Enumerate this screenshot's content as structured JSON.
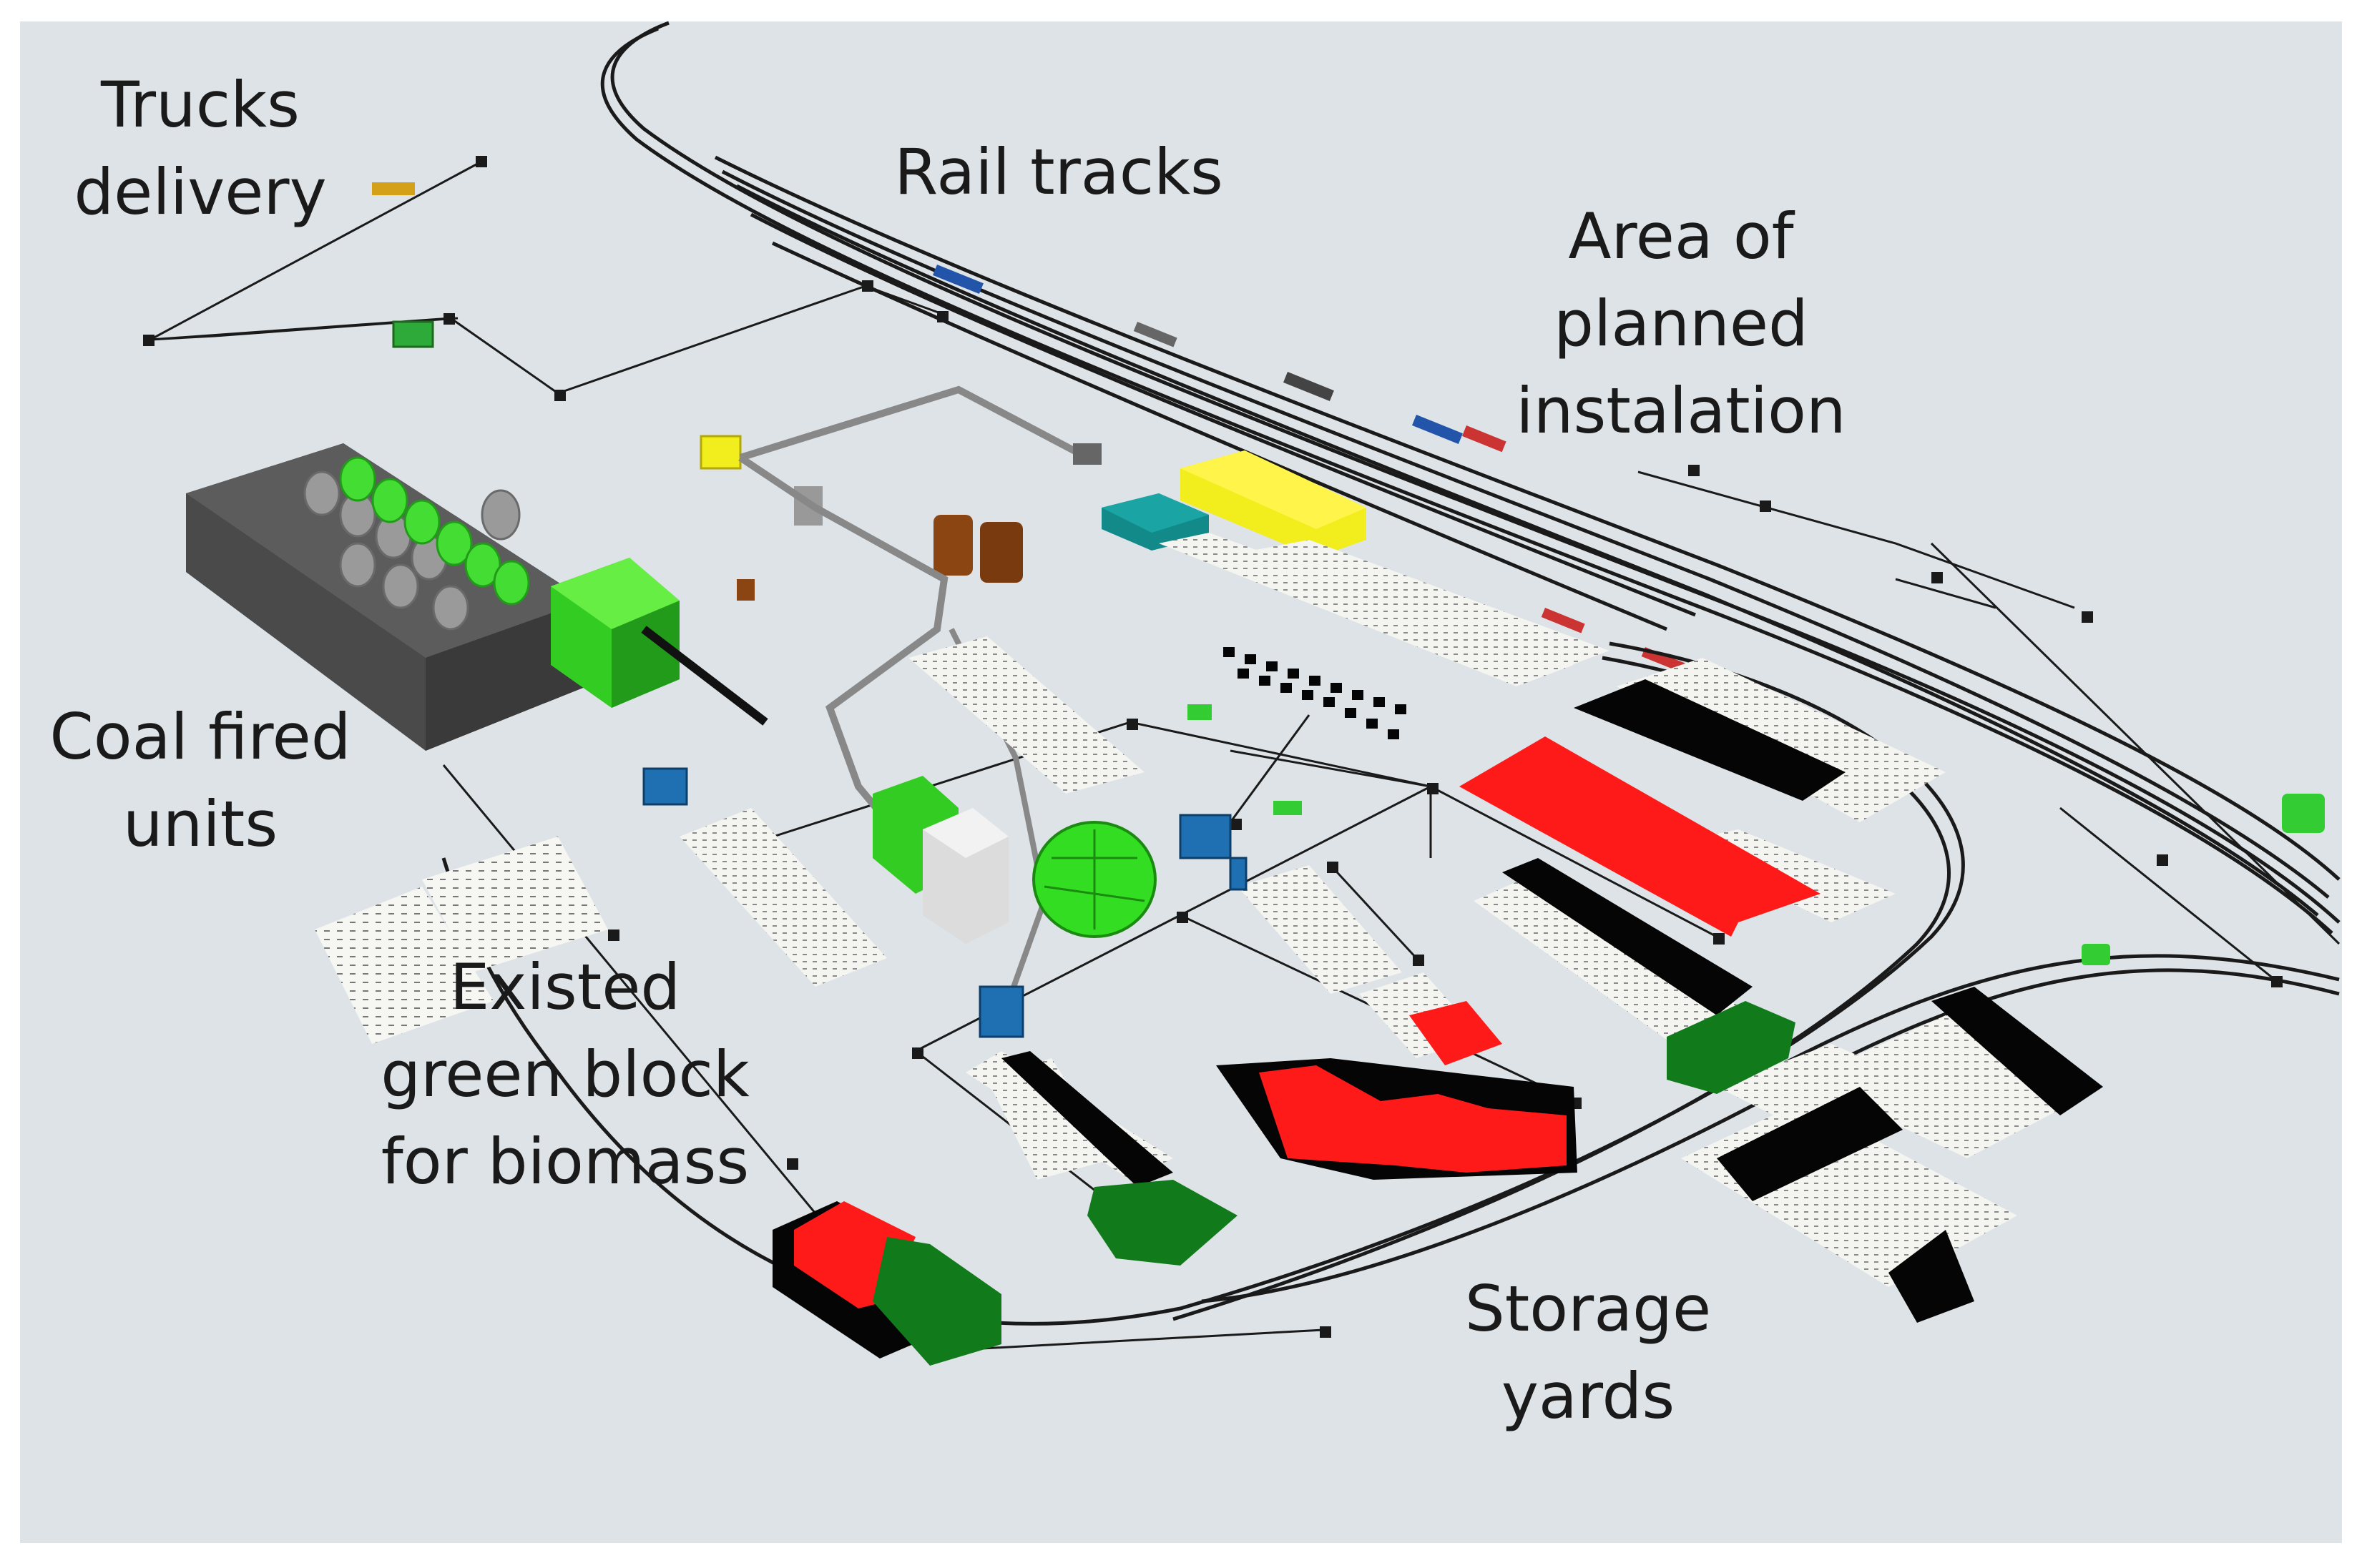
{
  "diagram": {
    "labels": {
      "trucks": [
        "Trucks",
        "delivery"
      ],
      "rail": [
        "Rail tracks"
      ],
      "planned": [
        "Area of",
        "planned",
        "instalation"
      ],
      "coal": [
        "Coal fired",
        "units"
      ],
      "biomass": [
        "Existed",
        "green block",
        "for biomass"
      ],
      "storage": [
        "Storage",
        "yards"
      ]
    },
    "colors": {
      "background": "#dde3e6",
      "frame": "#ffffff",
      "track": "#1a1a1a",
      "coal_plant": "#555555",
      "biomass_green": "#33cc22",
      "storage_red": "#ff1a1a",
      "storage_dark_green": "#117a1a",
      "yellow_building": "#f2ee1e",
      "teal_building": "#138a8a",
      "blue_machine": "#1f6fb3",
      "brown_silo": "#8b4513",
      "stockpile_white": "#f4f4f0"
    }
  }
}
